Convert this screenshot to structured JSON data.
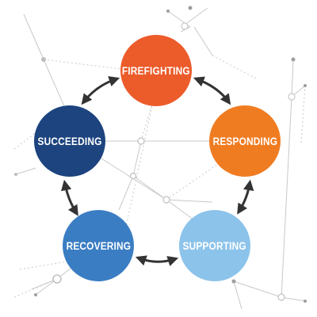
{
  "diagram": {
    "nodes": [
      {
        "id": "firefighting",
        "label": "FIREFIGHTING",
        "color": "#ec5b2a"
      },
      {
        "id": "responding",
        "label": "RESPONDING",
        "color": "#f07c22"
      },
      {
        "id": "supporting",
        "label": "SUPPORTING",
        "color": "#8cc3ea"
      },
      {
        "id": "recovering",
        "label": "RECOVERING",
        "color": "#3a7dc3"
      },
      {
        "id": "succeeding",
        "label": "SUCCEEDING",
        "color": "#1d447f"
      }
    ],
    "arrow_color": "#333333",
    "background_line_color": "#c8c8c8"
  }
}
